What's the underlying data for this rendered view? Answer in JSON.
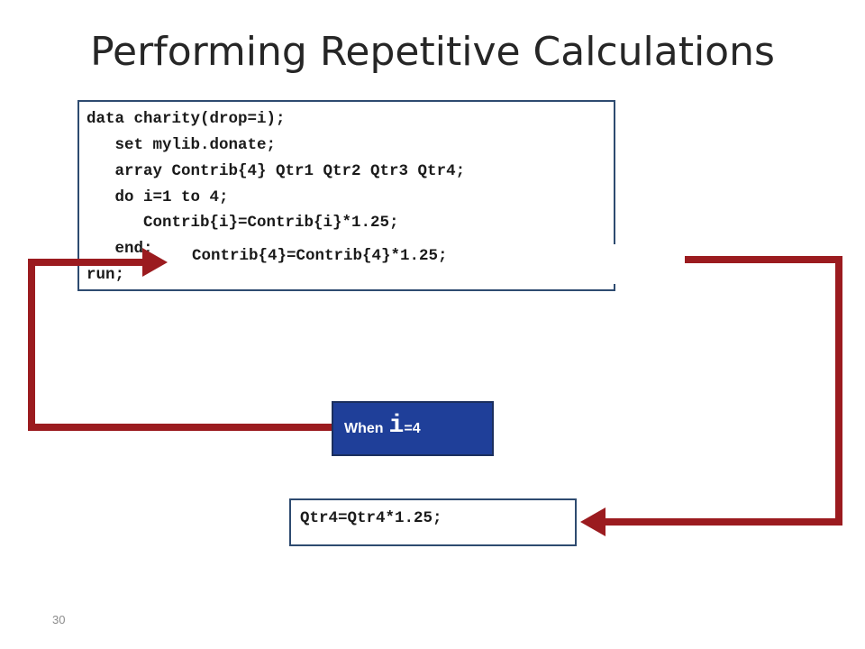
{
  "slide": {
    "title": "Performing Repetitive Calculations",
    "page_number": "30"
  },
  "code": {
    "lines": [
      "data charity(drop=i);",
      "   set mylib.donate;",
      "   array Contrib{4} Qtr1 Qtr2 Qtr3 Qtr4;",
      "   do i=1 to 4;",
      "      Contrib{i}=Contrib{i}*1.25;",
      "   end;",
      "run;"
    ]
  },
  "callout": {
    "resolved_statement": "Contrib{4}=Contrib{4}*1.25;",
    "when_prefix": "When",
    "when_var": "i",
    "when_value": "=4",
    "result_statement": "Qtr4=Qtr4*1.25;"
  },
  "colors": {
    "arrow": "#9b1b1f",
    "when_box_bg": "#1f3f99",
    "box_border": "#2e4b70"
  }
}
